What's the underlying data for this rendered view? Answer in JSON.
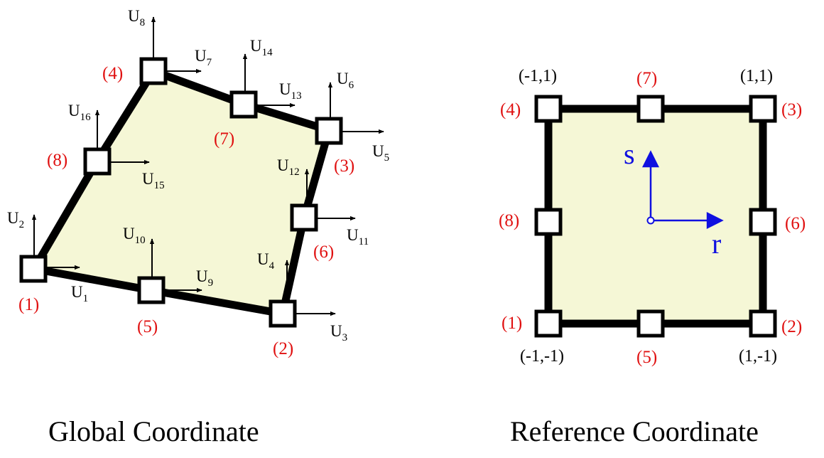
{
  "colors": {
    "fill": "#f5f7d6",
    "edge": "#000000",
    "node_label": "#e01010",
    "axis": "#1010e0",
    "text": "#000000"
  },
  "global": {
    "caption": "Global Coordinate",
    "nodes": [
      {
        "label": "(1)"
      },
      {
        "label": "(2)"
      },
      {
        "label": "(3)"
      },
      {
        "label": "(4)"
      },
      {
        "label": "(5)"
      },
      {
        "label": "(6)"
      },
      {
        "label": "(7)"
      },
      {
        "label": "(8)"
      }
    ],
    "dofs": [
      {
        "base": "U",
        "sub": "1"
      },
      {
        "base": "U",
        "sub": "2"
      },
      {
        "base": "U",
        "sub": "3"
      },
      {
        "base": "U",
        "sub": "4"
      },
      {
        "base": "U",
        "sub": "5"
      },
      {
        "base": "U",
        "sub": "6"
      },
      {
        "base": "U",
        "sub": "7"
      },
      {
        "base": "U",
        "sub": "8"
      },
      {
        "base": "U",
        "sub": "9"
      },
      {
        "base": "U",
        "sub": "10"
      },
      {
        "base": "U",
        "sub": "11"
      },
      {
        "base": "U",
        "sub": "12"
      },
      {
        "base": "U",
        "sub": "13"
      },
      {
        "base": "U",
        "sub": "14"
      },
      {
        "base": "U",
        "sub": "15"
      },
      {
        "base": "U",
        "sub": "16"
      }
    ]
  },
  "reference": {
    "caption": "Reference Coordinate",
    "nodes": [
      {
        "label": "(1)",
        "coord": "(-1,-1)"
      },
      {
        "label": "(2)",
        "coord": "(1,-1)"
      },
      {
        "label": "(3)",
        "coord": "(1,1)"
      },
      {
        "label": "(4)",
        "coord": "(-1,1)"
      },
      {
        "label": "(5)",
        "coord": ""
      },
      {
        "label": "(6)",
        "coord": ""
      },
      {
        "label": "(7)",
        "coord": ""
      },
      {
        "label": "(8)",
        "coord": ""
      }
    ],
    "axes": {
      "r": "r",
      "s": "s"
    }
  }
}
